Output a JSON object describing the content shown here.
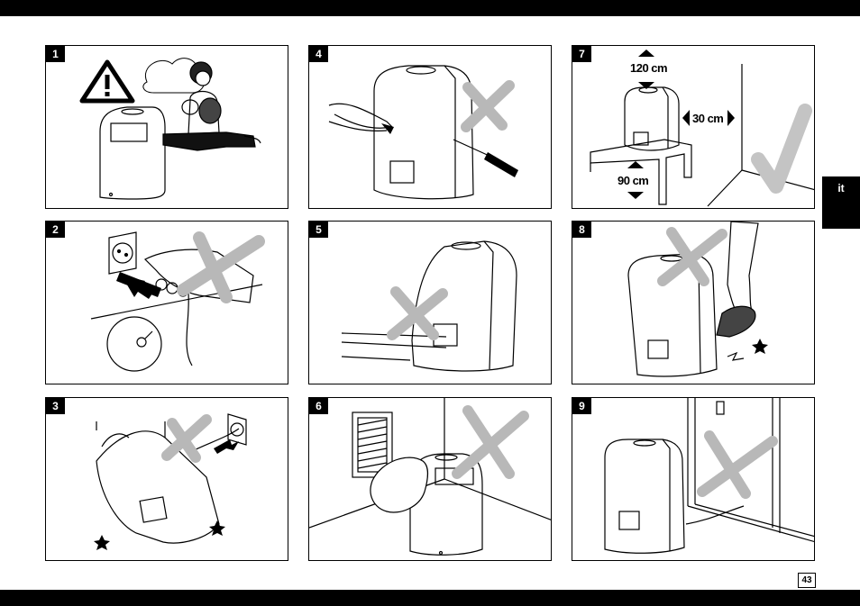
{
  "panels": [
    {
      "number": "1"
    },
    {
      "number": "2"
    },
    {
      "number": "3"
    },
    {
      "number": "4"
    },
    {
      "number": "5"
    },
    {
      "number": "6"
    },
    {
      "number": "7"
    },
    {
      "number": "8"
    },
    {
      "number": "9"
    }
  ],
  "measurements": {
    "top_clearance": "120 cm",
    "side_clearance": "30 cm",
    "floor_height": "90 cm"
  },
  "language_tab": "it",
  "page_number": "43",
  "colors": {
    "bars": "#000000",
    "cross": "#b8b8b8",
    "check": "#c4c4c4",
    "outline": "#000000"
  }
}
